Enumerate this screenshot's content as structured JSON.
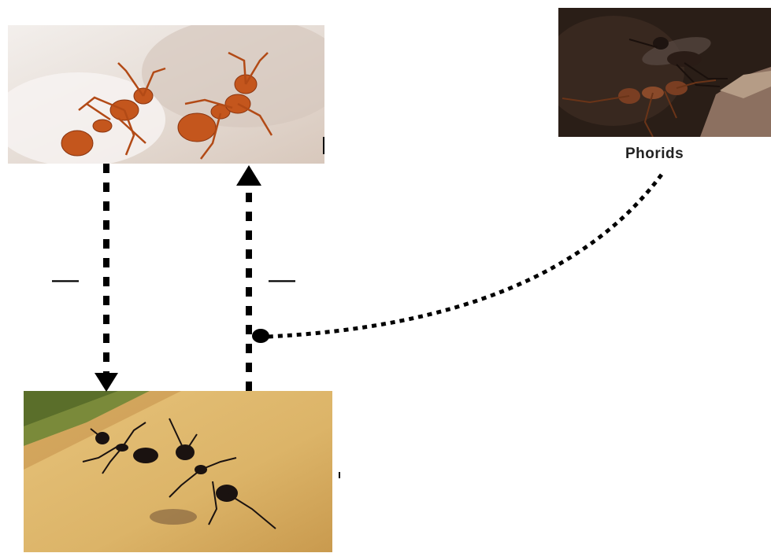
{
  "nodes": {
    "fire_ants": {
      "icon": "red-fire-ant-photo"
    },
    "phorids": {
      "label": "Phorids",
      "icon": "phorid-fly-attacking-ant-photo"
    },
    "native_ants": {
      "icon": "black-ant-photo"
    }
  },
  "edges": {
    "fire_to_native": {
      "sign": "—",
      "style": "dashed",
      "head": "arrow"
    },
    "native_to_fire": {
      "sign": "—",
      "style": "dashed",
      "head": "arrow"
    },
    "phorid_modifier": {
      "style": "dotted",
      "head": "dot"
    }
  },
  "colors": {
    "arrow": "#000000",
    "fire_ant": "#c4561d",
    "background_pale": "#efe8e2",
    "native_ant": "#1a1210",
    "leaf": "#dcb468"
  }
}
